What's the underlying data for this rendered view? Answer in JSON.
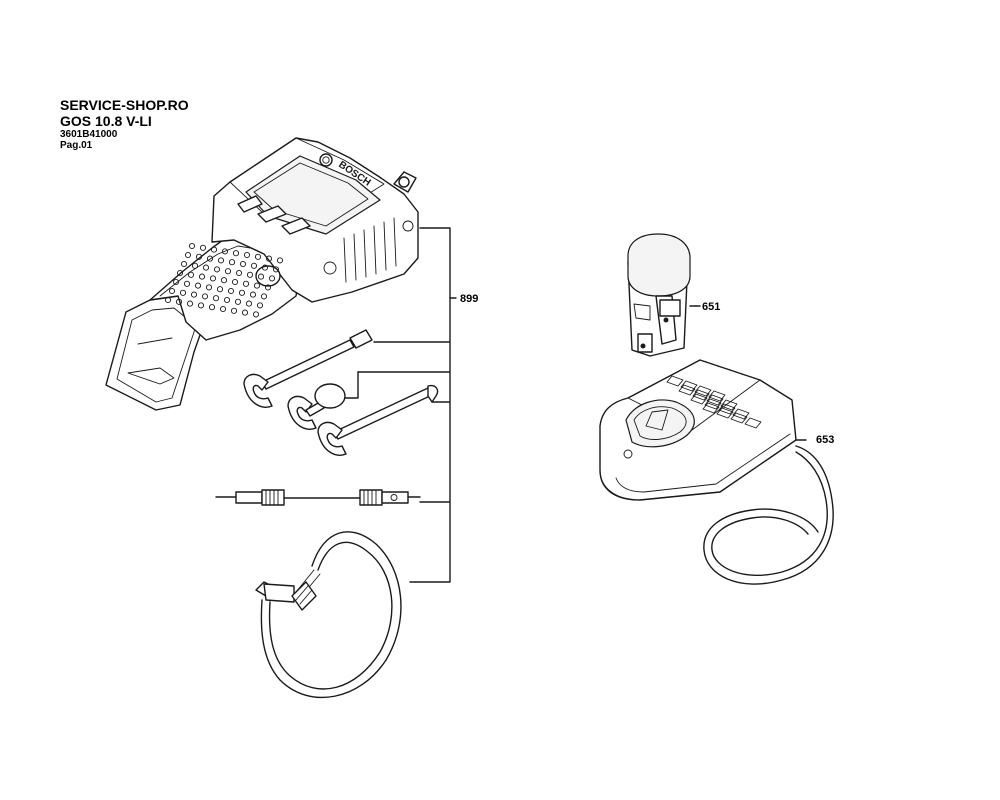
{
  "header": {
    "shop": "SERVICE-SHOP.RO",
    "model": "GOS 10.8 V-LI",
    "part_number": "3601B41000",
    "page": "Pag.01"
  },
  "brand_logo_text": "BOSCH",
  "callouts": {
    "kit": "899",
    "battery": "651",
    "charger": "653"
  }
}
